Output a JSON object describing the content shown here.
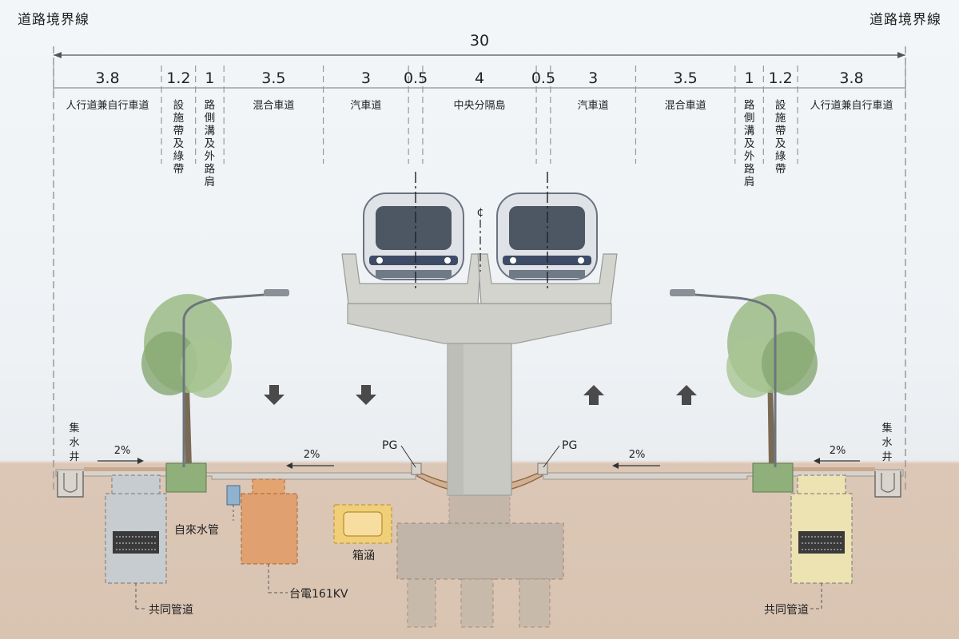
{
  "boundary": {
    "left_label": "道路境界線",
    "right_label": "道路境界線"
  },
  "total_width": "30",
  "segments": [
    {
      "width": "3.8",
      "label": "人行道兼自行車道",
      "vertical": false
    },
    {
      "width": "1.2",
      "label": "設施帶及綠帶",
      "vertical": true
    },
    {
      "width": "1",
      "label": "路側溝及外路肩",
      "vertical": true
    },
    {
      "width": "3.5",
      "label": "混合車道",
      "vertical": false
    },
    {
      "width": "3",
      "label": "汽車道",
      "vertical": false
    },
    {
      "width": "0.5",
      "label": "",
      "vertical": false
    },
    {
      "width": "4",
      "label": "中央分隔島",
      "vertical": false
    },
    {
      "width": "0.5",
      "label": "",
      "vertical": false
    },
    {
      "width": "3",
      "label": "汽車道",
      "vertical": false
    },
    {
      "width": "3.5",
      "label": "混合車道",
      "vertical": false
    },
    {
      "width": "1",
      "label": "路側溝及外路肩",
      "vertical": true
    },
    {
      "width": "1.2",
      "label": "設施帶及綠帶",
      "vertical": true
    },
    {
      "width": "3.8",
      "label": "人行道兼自行車道",
      "vertical": false
    }
  ],
  "centerline_symbol": "¢",
  "slopes": {
    "left_sidewalk": "2%",
    "left_road": "2%",
    "right_road": "2%",
    "right_sidewalk": "2%"
  },
  "pg_left": "PG",
  "pg_right": "PG",
  "catch_basin_left": "集水井",
  "catch_basin_right": "集水井",
  "utilities": {
    "water_pipe": "自來水管",
    "power_cable": "台電161KV",
    "box_culvert": "箱涵",
    "tunnel_left": "共同管道",
    "tunnel_right": "共同管道"
  },
  "colors": {
    "sky": "#eef2f5",
    "ground": "#d9c4b2",
    "concrete": "#c9c9c4",
    "tree": "#8fb07a",
    "power": "#e0a070",
    "culvert": "#f0cf78",
    "tunnel_left": "#c7ccd0",
    "tunnel_right": "#ece2b2",
    "water": "#8fb3cf"
  }
}
